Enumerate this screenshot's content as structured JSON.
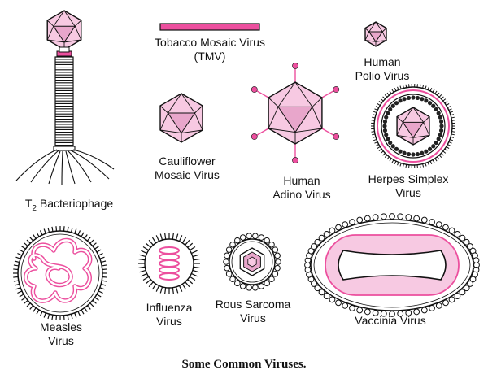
{
  "title": "Some Common Viruses.",
  "colors": {
    "pink": "#ec4f9e",
    "light_pink": "#f7c9e2",
    "mid_pink": "#e8a6cb",
    "outline": "#111111"
  },
  "labels": {
    "t2": {
      "prefix": "T",
      "sub": "2",
      "text": " Bacteriophage"
    },
    "tmv": {
      "line1": "Tobacco Mosaic Virus",
      "line2": "(TMV)"
    },
    "polio": {
      "line1": "Human",
      "line2": "Polio Virus"
    },
    "cauliflower": {
      "line1": "Cauliflower",
      "line2": "Mosaic Virus"
    },
    "adino": {
      "line1": "Human",
      "line2": "Adino Virus"
    },
    "herpes": {
      "line1": "Herpes Simplex",
      "line2": "Virus"
    },
    "measles": {
      "line1": "Measles",
      "line2": "Virus"
    },
    "influenza": {
      "line1": "Influenza",
      "line2": "Virus"
    },
    "rous": {
      "line1": "Rous Sarcoma",
      "line2": "Virus"
    },
    "vaccinia": {
      "line1": "Vaccinia Virus"
    }
  }
}
